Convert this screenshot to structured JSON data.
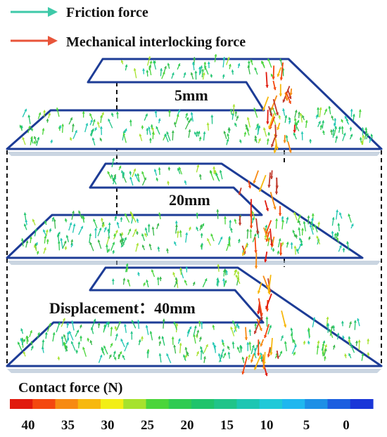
{
  "legend": {
    "friction_label": "Friction force",
    "friction_color": "#3ec9a8",
    "interlock_label": "Mechanical interlocking force",
    "interlock_color": "#e8553a"
  },
  "panels": [
    {
      "label": "5mm"
    },
    {
      "label": "20mm"
    },
    {
      "label": "Displacement：40mm"
    }
  ],
  "colorbar": {
    "title": "Contact force (N)",
    "ticks": [
      "40",
      "35",
      "30",
      "25",
      "20",
      "15",
      "10",
      "5",
      "0"
    ],
    "colors": [
      "#e11a0d",
      "#f4480f",
      "#f78a12",
      "#f7b80e",
      "#f2ee16",
      "#a6e22d",
      "#4bd53a",
      "#2fcb52",
      "#1fc46b",
      "#20c489",
      "#1ec6b2",
      "#20c9d8",
      "#1fb7ef",
      "#1d8fe6",
      "#1c5ee0",
      "#1a36d8"
    ]
  },
  "colors": {
    "plate_edge": "#1d3c96",
    "dashed_line": "#111111"
  }
}
